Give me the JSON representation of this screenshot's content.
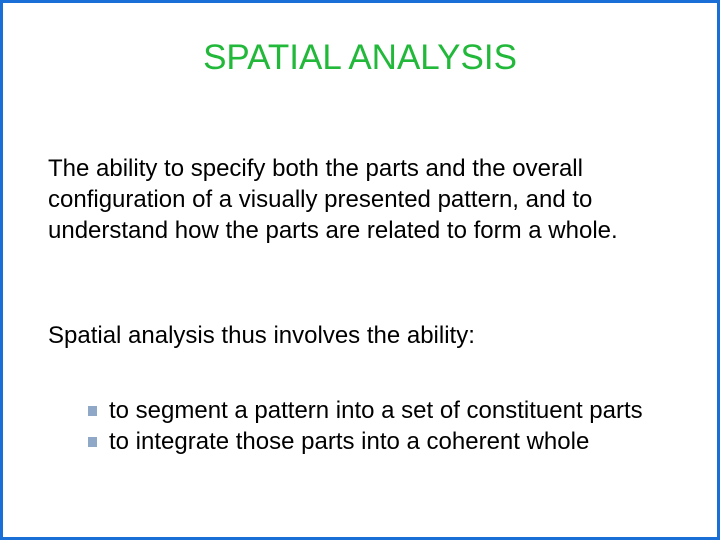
{
  "slide": {
    "title": "SPATIAL ANALYSIS",
    "paragraph_1": "The ability to specify both the parts and the overall configuration of a visually presented pattern, and to understand how the parts are related to form a whole.",
    "paragraph_2": "Spatial analysis thus involves the ability:",
    "bullets": [
      "to segment a pattern into a set of constituent parts",
      "to integrate those parts into a coherent whole"
    ]
  },
  "colors": {
    "title": "#22b83a",
    "border": "#1a6fd6",
    "bullet_marker": "#8fa8c8",
    "text": "#000000"
  },
  "icons": {
    "bullet": "square-bullet-icon"
  }
}
